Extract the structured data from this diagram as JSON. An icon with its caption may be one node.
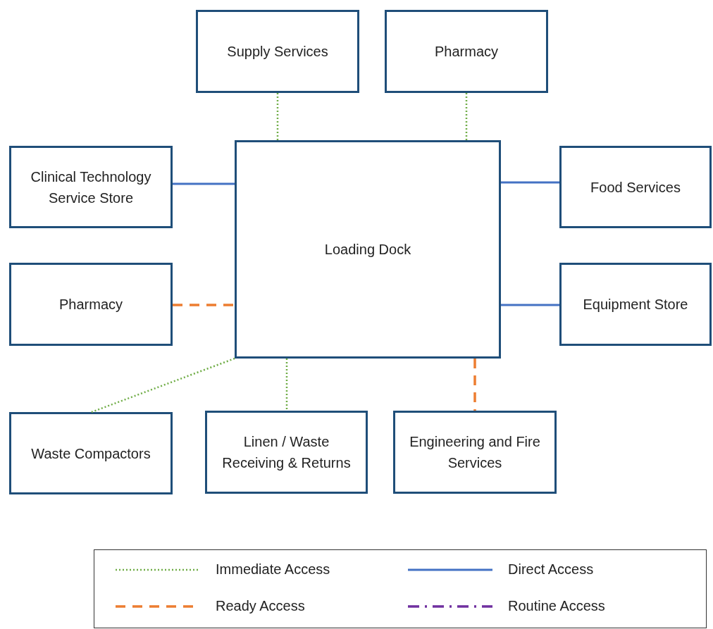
{
  "diagram": {
    "nodes": [
      {
        "text": [
          "Supply Services"
        ]
      },
      {
        "text": [
          "Pharmacy"
        ]
      },
      {
        "text": [
          "Clinical Technology Service Store"
        ]
      },
      {
        "text": [
          "Loading Dock"
        ]
      },
      {
        "text": [
          "Food Services"
        ]
      },
      {
        "text": [
          "Pharmacy"
        ]
      },
      {
        "text": [
          "Equipment Store"
        ]
      },
      {
        "text": [
          "Waste Compactors"
        ]
      },
      {
        "text": [
          "Linen / Waste Receiving & Returns"
        ]
      },
      {
        "text": [
          "Engineering and Fire Services"
        ]
      }
    ],
    "edges": [
      {
        "from": 0,
        "to": 3,
        "arrow": "none",
        "style": "dashed",
        "color": "#70ad47"
      },
      {
        "from": 1,
        "to": 3,
        "arrow": "none",
        "style": "dashed",
        "color": "#70ad47"
      },
      {
        "from": 2,
        "to": 3,
        "arrow": "none",
        "color": "#4472c4"
      },
      {
        "from": 3,
        "to": 4,
        "arrow": "none",
        "color": "#4472c4"
      },
      {
        "from": 5,
        "to": 3,
        "arrow": "none",
        "style": "dashed",
        "color": "#ed7d31"
      },
      {
        "from": 3,
        "to": 6,
        "arrow": "none",
        "color": "#4472c4"
      },
      {
        "from": 3,
        "to": 7,
        "arrow": "none",
        "style": "dashed",
        "color": "#70ad47"
      },
      {
        "from": 3,
        "to": 8,
        "arrow": "none",
        "style": "dashed",
        "color": "#70ad47"
      },
      {
        "from": 3,
        "to": 9,
        "arrow": "none",
        "style": "dashed",
        "color": "#ed7d31"
      }
    ],
    "legend": [
      {
        "text": "Immediate Access"
      },
      {
        "text": "Direct Access"
      },
      {
        "text": "Ready Access"
      },
      {
        "text": "Routine Access"
      }
    ]
  }
}
